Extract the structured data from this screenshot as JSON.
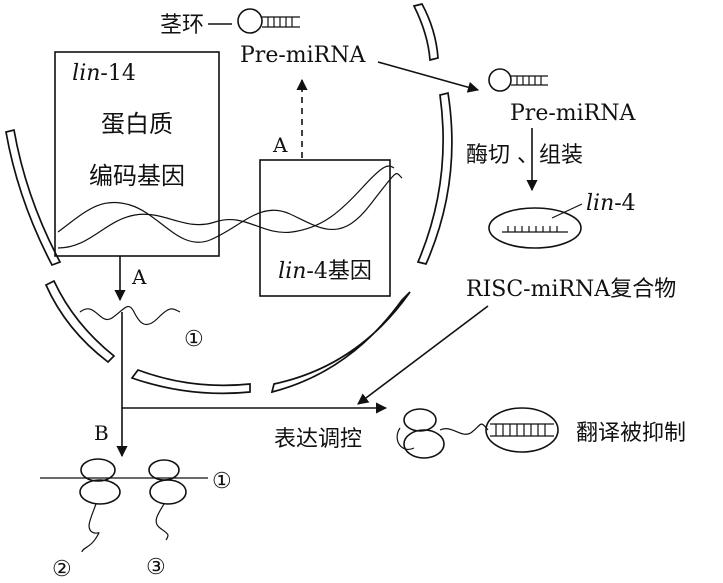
{
  "labels": {
    "stem_loop": "茎环",
    "pre_mirna_top": "Pre-miRNA",
    "pre_mirna_right": "Pre-miRNA",
    "lin14_name_italic": "lin",
    "lin14_name_suffix": "-14",
    "lin14_line2": "蛋白质",
    "lin14_line3": "编码基因",
    "lin4_gene_italic": "lin",
    "lin4_gene_suffix": "-4基因",
    "lin4_tag_italic": "lin",
    "lin4_tag_suffix": "-4",
    "enzyme_step": "酶切 、组装",
    "risc_complex": "RISC-miRNA复合物",
    "process_a_left": "A",
    "process_a_up": "A",
    "process_b": "B",
    "regulation": "表达调控",
    "translation_inhibited": "翻译被抑制",
    "mark_mrna_1": "①",
    "mark_mrna_2": "①",
    "mark_peptide_2": "②",
    "mark_peptide_3": "③"
  },
  "colors": {
    "ink": "#111111",
    "background": "#ffffff"
  }
}
